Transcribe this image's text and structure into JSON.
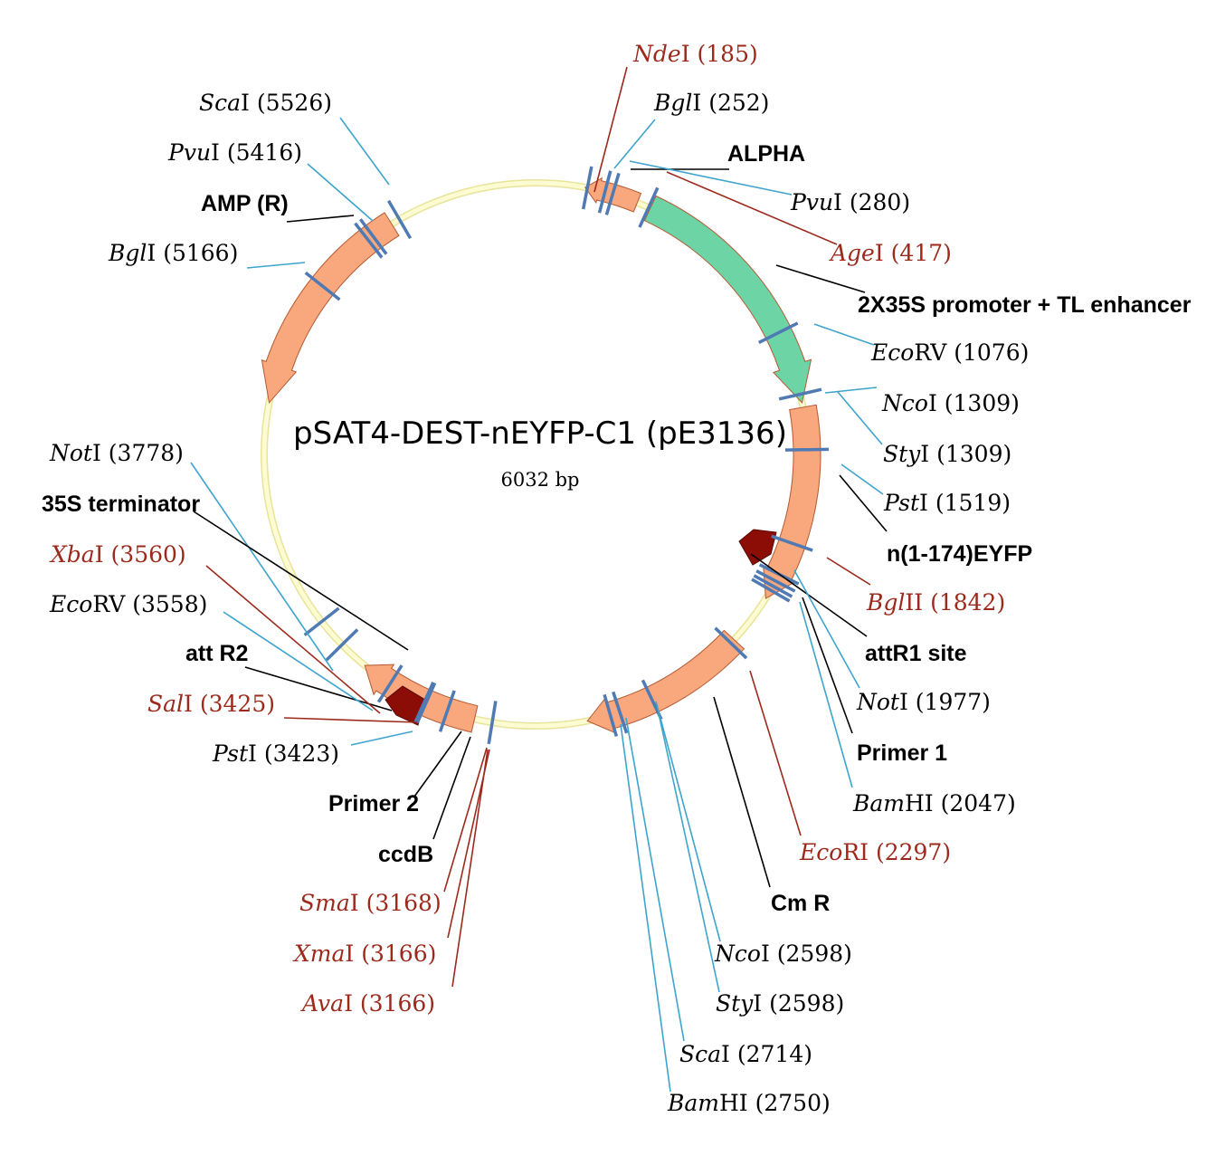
{
  "plasmid": {
    "name": "pSAT4-DEST-nEYFP-C1 (pE3136)",
    "size_label": "6032 bp"
  },
  "colors": {
    "backbone": "#fdfbd2",
    "backbone_edge": "#e8e49a",
    "orange_feature": "#f9a77c",
    "green_feature": "#6dd4a5",
    "dark_red_feature": "#8b0d06",
    "site_blue": "#4f7ab3",
    "line_blue": "#3ea4cd",
    "line_red": "#9c2a1c",
    "text_red": "#9c2a1c"
  },
  "features": [
    {
      "id": "amp",
      "label": "AMP (R)"
    },
    {
      "id": "alpha",
      "label": "ALPHA"
    },
    {
      "id": "promoter",
      "label": "2X35S promoter + TL enhancer"
    },
    {
      "id": "eyfp",
      "label": "n(1-174)EYFP"
    },
    {
      "id": "attr1",
      "label": "attR1 site"
    },
    {
      "id": "primer1",
      "label": "Primer 1"
    },
    {
      "id": "cmr",
      "label": "Cm R"
    },
    {
      "id": "ccdb",
      "label": "ccdB"
    },
    {
      "id": "primer2",
      "label": "Primer 2"
    },
    {
      "id": "attr2",
      "label": "att R2"
    },
    {
      "id": "term",
      "label": "35S terminator"
    }
  ],
  "sites": [
    {
      "id": "ndeI",
      "enzyme": "Nde",
      "suffix": "I (185)",
      "color": "red"
    },
    {
      "id": "bglI252",
      "enzyme": "Bgl",
      "suffix": "I (252)",
      "color": "blue"
    },
    {
      "id": "pvuI280",
      "enzyme": "Pvu",
      "suffix": "I (280)",
      "color": "blue"
    },
    {
      "id": "ageI",
      "enzyme": "Age",
      "suffix": "I (417)",
      "color": "red"
    },
    {
      "id": "ecorv1076",
      "enzyme": "Eco",
      "suffix": "RV (1076)",
      "color": "blue"
    },
    {
      "id": "ncoI1309",
      "enzyme": "Nco",
      "suffix": "I (1309)",
      "color": "blue"
    },
    {
      "id": "styI1309",
      "enzyme": "Sty",
      "suffix": "I (1309)",
      "color": "blue"
    },
    {
      "id": "pstI1519",
      "enzyme": "Pst",
      "suffix": "I (1519)",
      "color": "blue"
    },
    {
      "id": "bglII",
      "enzyme": "Bgl",
      "suffix": "II (1842)",
      "color": "red"
    },
    {
      "id": "notI1977",
      "enzyme": "Not",
      "suffix": "I (1977)",
      "color": "blue"
    },
    {
      "id": "bamhi2047",
      "enzyme": "Bam",
      "suffix": "HI (2047)",
      "color": "blue"
    },
    {
      "id": "ecori",
      "enzyme": "Eco",
      "suffix": "RI (2297)",
      "color": "red"
    },
    {
      "id": "ncoI2598",
      "enzyme": "Nco",
      "suffix": "I (2598)",
      "color": "blue"
    },
    {
      "id": "styI2598",
      "enzyme": "Sty",
      "suffix": "I (2598)",
      "color": "blue"
    },
    {
      "id": "scaI2714",
      "enzyme": "Sca",
      "suffix": "I (2714)",
      "color": "blue"
    },
    {
      "id": "bamhi2750",
      "enzyme": "Bam",
      "suffix": "HI (2750)",
      "color": "blue"
    },
    {
      "id": "avaI",
      "enzyme": "Ava",
      "suffix": "I (3166)",
      "color": "red"
    },
    {
      "id": "xmaI",
      "enzyme": "Xma",
      "suffix": "I (3166)",
      "color": "red"
    },
    {
      "id": "smaI",
      "enzyme": "Sma",
      "suffix": "I (3168)",
      "color": "red"
    },
    {
      "id": "pstI3423",
      "enzyme": "Pst",
      "suffix": "I (3423)",
      "color": "blue"
    },
    {
      "id": "salI",
      "enzyme": "Sal",
      "suffix": "I (3425)",
      "color": "red"
    },
    {
      "id": "ecorv3558",
      "enzyme": "Eco",
      "suffix": "RV (3558)",
      "color": "blue"
    },
    {
      "id": "xbaI",
      "enzyme": "Xba",
      "suffix": "I (3560)",
      "color": "red"
    },
    {
      "id": "notI3778",
      "enzyme": "Not",
      "suffix": "I (3778)",
      "color": "blue"
    },
    {
      "id": "bglI5166",
      "enzyme": "Bgl",
      "suffix": "I (5166)",
      "color": "blue"
    },
    {
      "id": "pvuI5416",
      "enzyme": "Pvu",
      "suffix": "I (5416)",
      "color": "blue"
    },
    {
      "id": "scaI5526",
      "enzyme": "Sca",
      "suffix": "I (5526)",
      "color": "blue"
    }
  ]
}
